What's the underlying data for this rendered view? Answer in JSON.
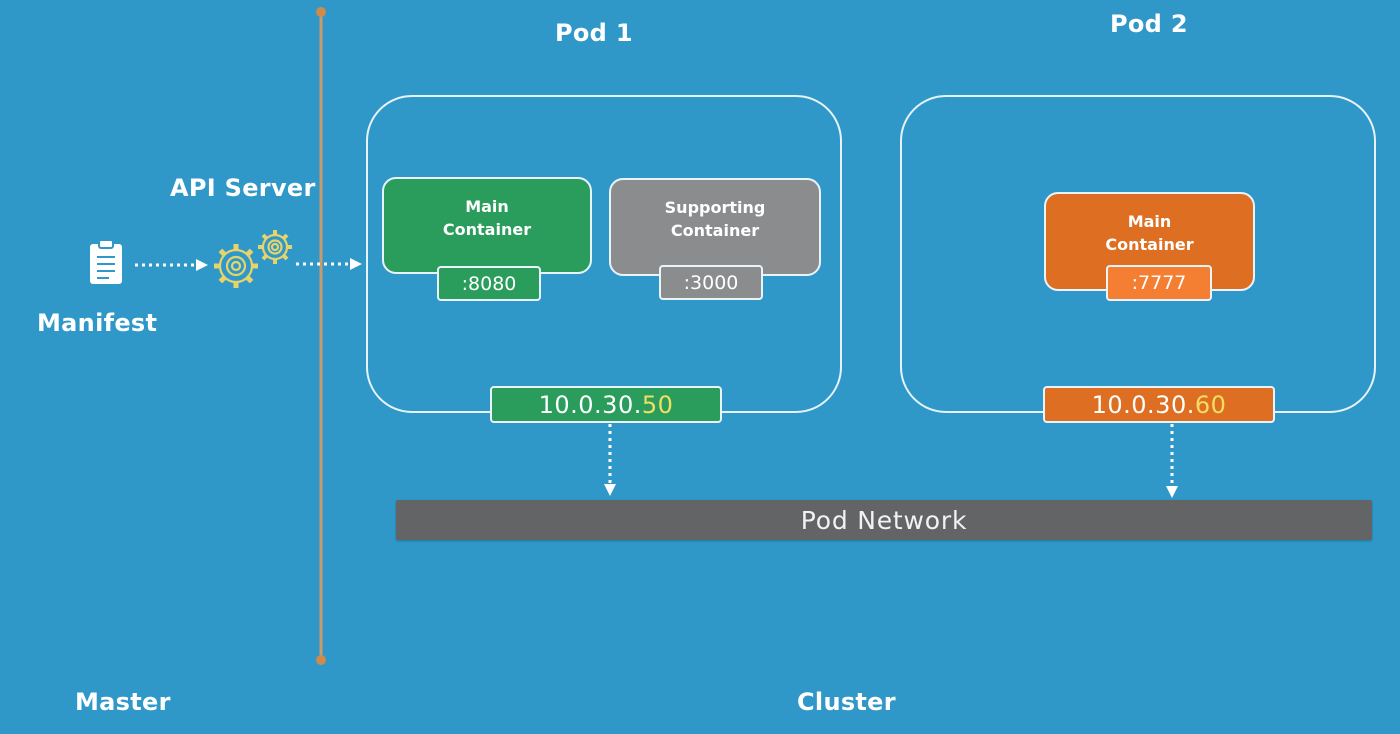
{
  "master": {
    "label": "Master",
    "api_server_label": "API Server",
    "manifest_label": "Manifest"
  },
  "cluster": {
    "label": "Cluster",
    "pod_network_label": "Pod Network"
  },
  "pods": [
    {
      "title": "Pod 1",
      "containers": [
        {
          "label": "Main Container",
          "port": ":8080",
          "color": "#2a9d5c"
        },
        {
          "label": "Supporting Container",
          "port": ":3000",
          "color": "#8a8c8e"
        }
      ],
      "ip_prefix": "10.0.30.",
      "ip_suffix": "50",
      "ip_color": "#2a9d5c"
    },
    {
      "title": "Pod 2",
      "containers": [
        {
          "label": "Main Container",
          "port": ":7777",
          "color": "#de6f22"
        }
      ],
      "ip_prefix": "10.0.30.",
      "ip_suffix": "60",
      "ip_color": "#de6f22"
    }
  ],
  "colors": {
    "background": "#2f98c9",
    "divider": "#c99a6b",
    "gear": "#e8d36a",
    "network": "#636466",
    "ip_highlight": "#f3dd63"
  },
  "icons": [
    "clipboard-icon",
    "gear-icon"
  ]
}
